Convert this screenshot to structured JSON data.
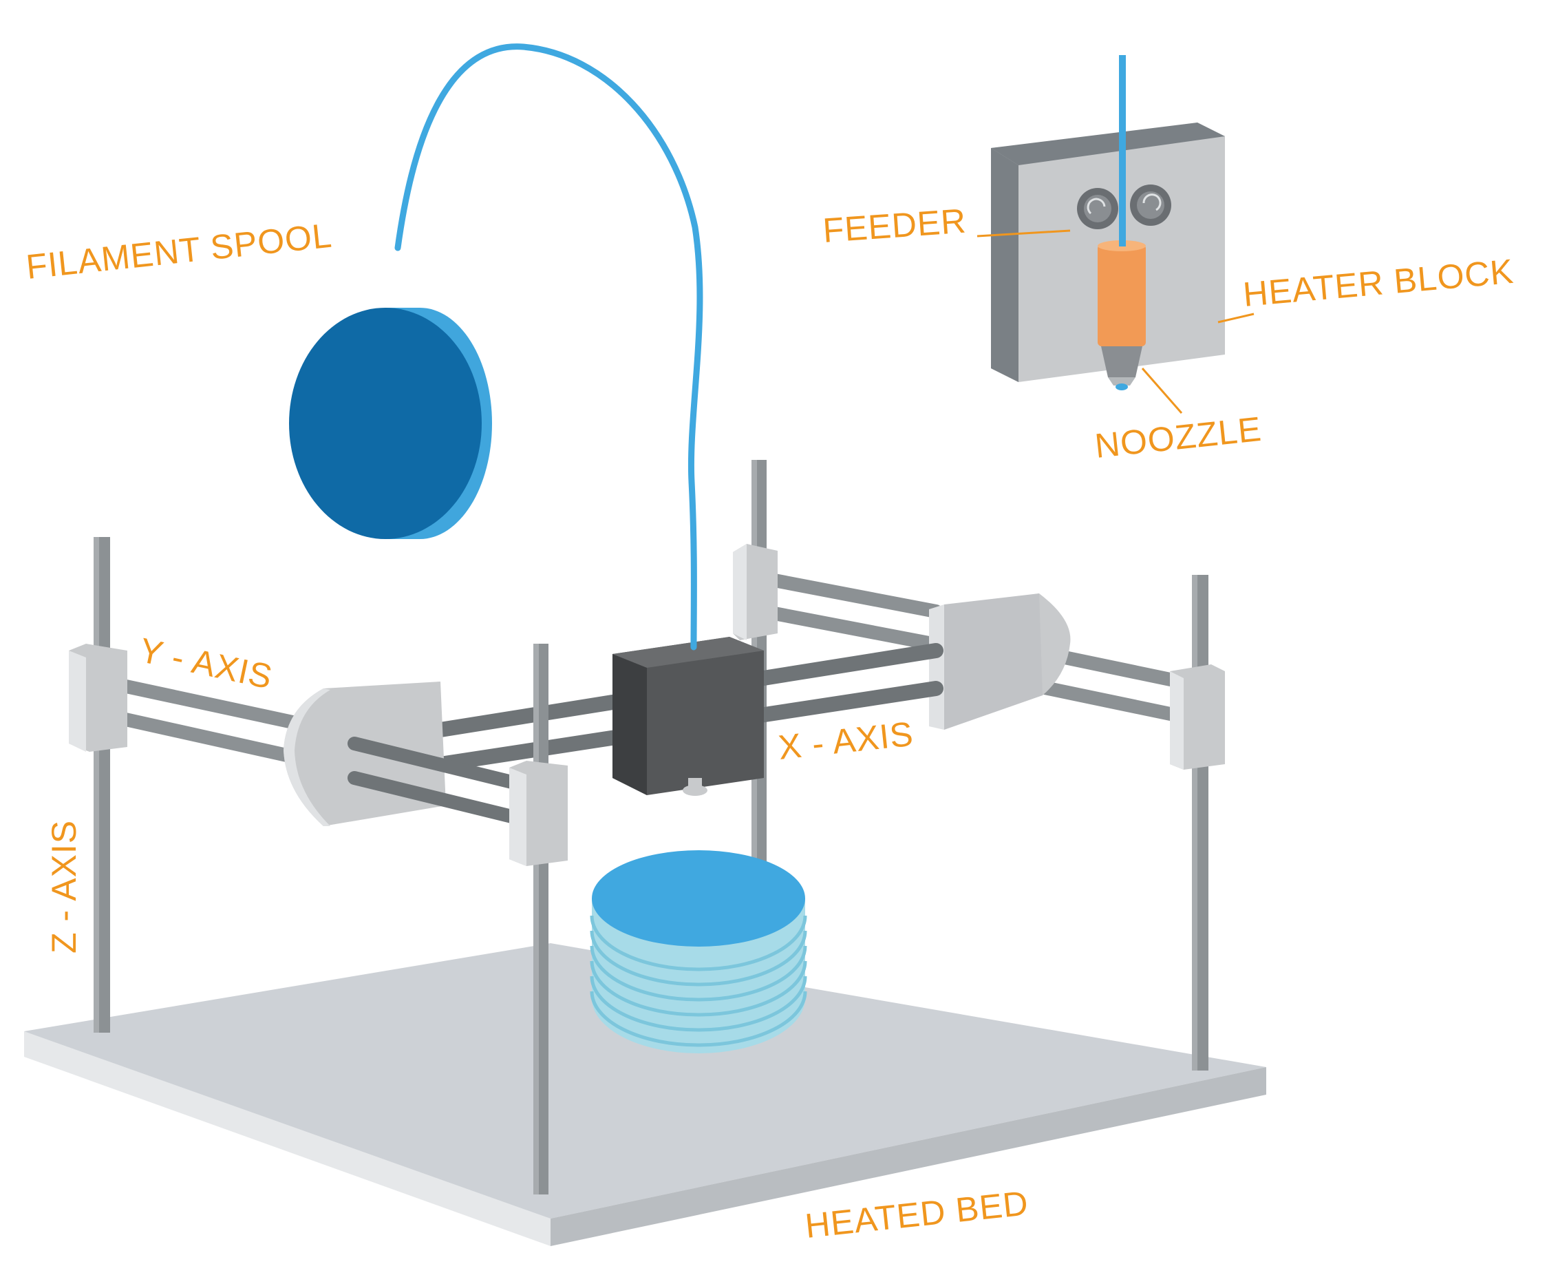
{
  "labels": {
    "filament_spool": "FILAMENT SPOOL",
    "feeder": "FEEDER",
    "heater_block": "HEATER BLOCK",
    "noozzle": "NOOZZLE",
    "y_axis": "Y - AXIS",
    "x_axis": "X - AXIS",
    "z_axis": "Z - AXIS",
    "heated_bed": "HEATED BED"
  },
  "colors": {
    "label": "#f0961e",
    "filament": "#3fa8e0",
    "spool_face": "#0f6aa6",
    "spool_rim": "#40a6dd",
    "rod": "#8c9194",
    "block": "#c8cacc",
    "extruder": "#555759",
    "bed_top": "#cdd1d6",
    "heater": "#f29a55",
    "print_layer": "#a7dbe8"
  }
}
